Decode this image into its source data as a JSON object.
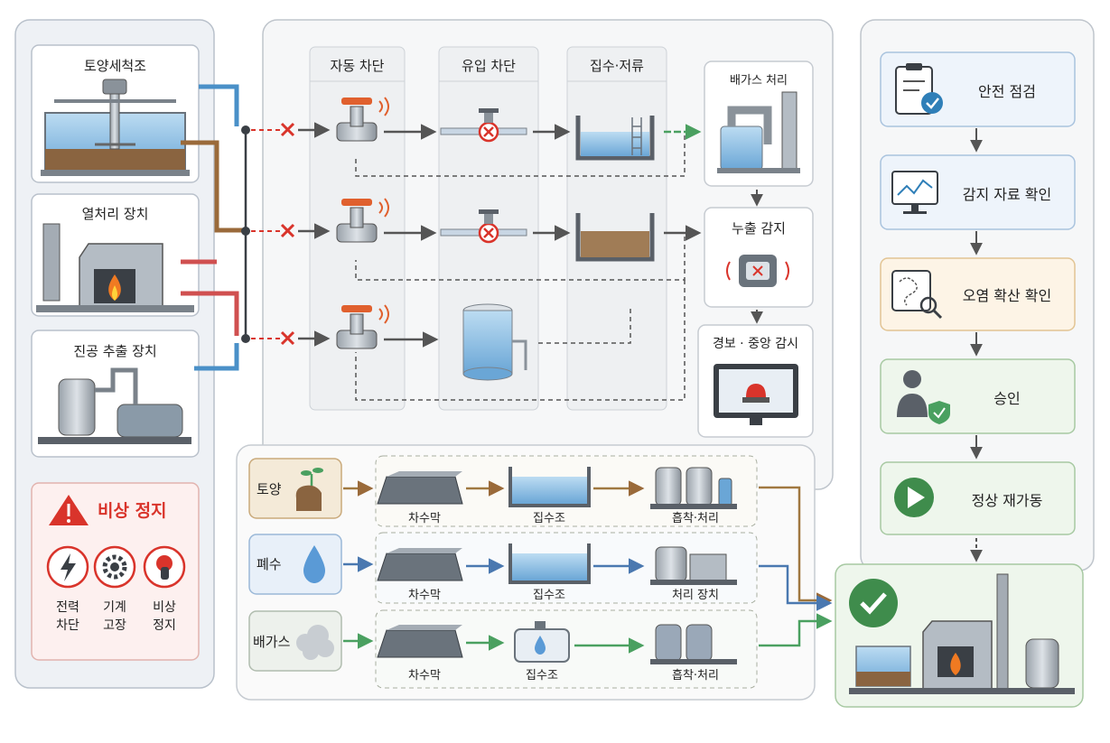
{
  "left_panel": {
    "devices": [
      {
        "label": "토양세척조",
        "icon": "soil-washing-tank-icon"
      },
      {
        "label": "열처리 장치",
        "icon": "thermal-treatment-furnace-icon"
      },
      {
        "label": "진공 추출 장치",
        "icon": "vacuum-extraction-unit-icon"
      }
    ],
    "emergency": {
      "title": "비상 정지",
      "causes": [
        {
          "label": "전력\n차단",
          "icon": "lightning-icon"
        },
        {
          "label": "기계\n고장",
          "icon": "gear-icon"
        },
        {
          "label": "비상\n정지",
          "icon": "emergency-button-icon"
        }
      ]
    }
  },
  "response_columns": [
    {
      "title": "자동 차단"
    },
    {
      "title": "유입 차단"
    },
    {
      "title": "집수·저류"
    }
  ],
  "treatment_column": [
    {
      "title": "배가스 처리",
      "icon": "gas-scrubber-icon"
    },
    {
      "title": "누출 감지",
      "icon": "leak-sensor-icon"
    },
    {
      "title": "경보 · 중앙 감시",
      "icon": "alarm-monitor-icon"
    }
  ],
  "media_rows": [
    {
      "medium": "토양",
      "icon": "soil-sprout-icon",
      "color": "#a07840",
      "steps": [
        "차수막",
        "집수조",
        "흡착·처리"
      ]
    },
    {
      "medium": "폐수",
      "icon": "water-drop-icon",
      "color": "#4a78b0",
      "steps": [
        "차수막",
        "집수조",
        "처리 장치"
      ]
    },
    {
      "medium": "배가스",
      "icon": "gas-cloud-icon",
      "color": "#4aa060",
      "steps": [
        "차수막",
        "집수조",
        "흡착·처리"
      ]
    }
  ],
  "recovery_steps": [
    {
      "label": "안전 점검",
      "icon": "clipboard-check-icon"
    },
    {
      "label": "감지 자료 확인",
      "icon": "monitor-chart-icon"
    },
    {
      "label": "오염 확산 확인",
      "icon": "spread-search-icon"
    },
    {
      "label": "승인",
      "icon": "person-shield-icon"
    },
    {
      "label": "정상 재가동",
      "icon": "play-icon"
    }
  ],
  "colors": {
    "water_pipe": "#4a90c8",
    "soil_pipe": "#9a6a3a",
    "heat_pipe": "#d05050",
    "alarm_red": "#d9342b",
    "valve_orange": "#e0602e",
    "emergency_bg": "#fdf0ef",
    "recovery_blue": "#eef4fb",
    "recovery_orange": "#fdf4e6",
    "recovery_green": "#eef6ec"
  }
}
